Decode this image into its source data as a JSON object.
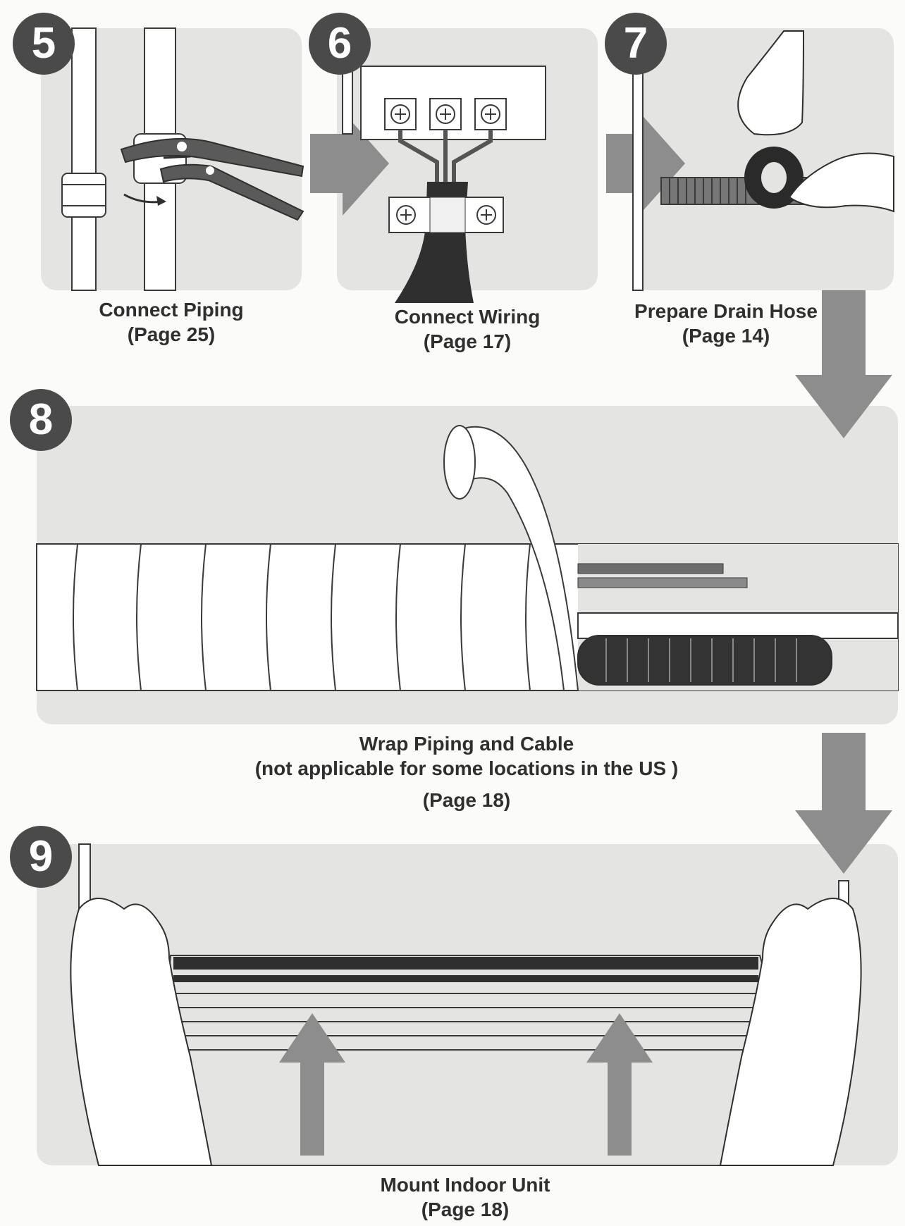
{
  "steps": [
    {
      "number": "5",
      "title": "Connect Piping",
      "page": "(Page 25)"
    },
    {
      "number": "6",
      "title": "Connect Wiring",
      "page": "(Page 17)"
    },
    {
      "number": "7",
      "title": "Prepare Drain Hose",
      "page": "(Page 14)"
    },
    {
      "number": "8",
      "title": "Wrap Piping and Cable",
      "note": "(not applicable for some locations in the US )",
      "page": "(Page 18)"
    },
    {
      "number": "9",
      "title": "Mount Indoor Unit",
      "page": "(Page 18)"
    }
  ],
  "colors": {
    "panel": "#e4e4e2",
    "badge": "#4a4a4a",
    "arrow": "#8d8d8d",
    "ink": "#2f2f2f"
  }
}
